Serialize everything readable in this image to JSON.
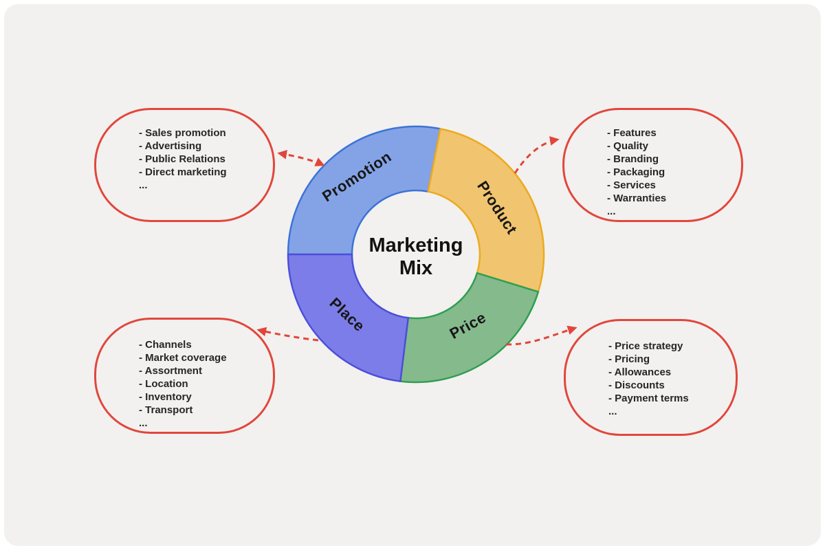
{
  "diagram": {
    "title": "Marketing Mix",
    "center": {
      "line1": "Marketing",
      "line2": "Mix"
    },
    "segments": [
      {
        "label": "Promotion",
        "fill": "#84A3E6",
        "stroke": "#3C73D6"
      },
      {
        "label": "Product",
        "fill": "#F1C46F",
        "stroke": "#ECAA20"
      },
      {
        "label": "Price",
        "fill": "#85BA8D",
        "stroke": "#2F9E50"
      },
      {
        "label": "Place",
        "fill": "#7C7DE8",
        "stroke": "#4C4FD9"
      }
    ],
    "callouts": [
      {
        "id": "promotion",
        "items": [
          "- Sales promotion",
          "- Advertising",
          "- Public Relations",
          "- Direct marketing",
          "..."
        ]
      },
      {
        "id": "product",
        "items": [
          "- Features",
          "- Quality",
          "- Branding",
          "- Packaging",
          "- Services",
          "- Warranties",
          "..."
        ]
      },
      {
        "id": "place",
        "items": [
          "- Channels",
          "- Market coverage",
          "- Assortment",
          "- Location",
          "- Inventory",
          "- Transport",
          "..."
        ]
      },
      {
        "id": "price",
        "items": [
          "- Price strategy",
          "- Pricing",
          "- Allowances",
          "- Discounts",
          "- Payment terms",
          "..."
        ]
      }
    ],
    "colors": {
      "callout_border": "#E2463C",
      "arrow": "#E2453A",
      "panel_background": "#F2F1EF",
      "page_background": "#FFFFFF",
      "text": "#262626"
    }
  }
}
